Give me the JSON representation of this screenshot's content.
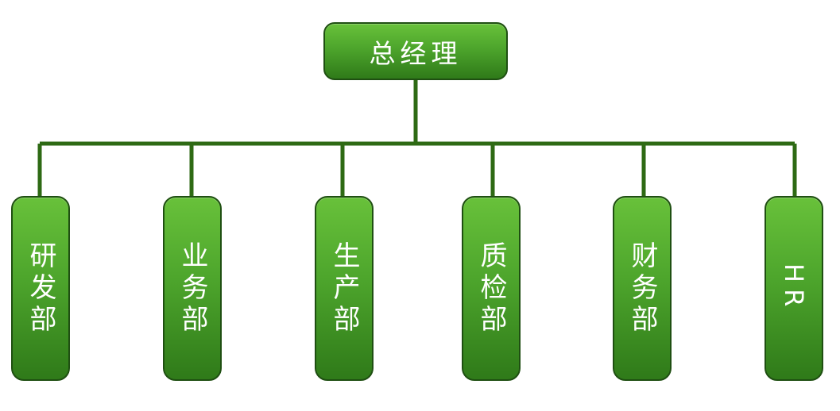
{
  "chart": {
    "top": {
      "label": "总经理"
    },
    "departments": [
      {
        "label": "研发部"
      },
      {
        "label": "业务部"
      },
      {
        "label": "生产部"
      },
      {
        "label": "质检部"
      },
      {
        "label": "财务部"
      },
      {
        "label": "HR"
      }
    ]
  },
  "colors": {
    "box_top": "#68c13a",
    "box_bottom": "#2f7a19",
    "border": "#1f4f12",
    "connector": "#2e6a14",
    "text": "#ffffff"
  }
}
